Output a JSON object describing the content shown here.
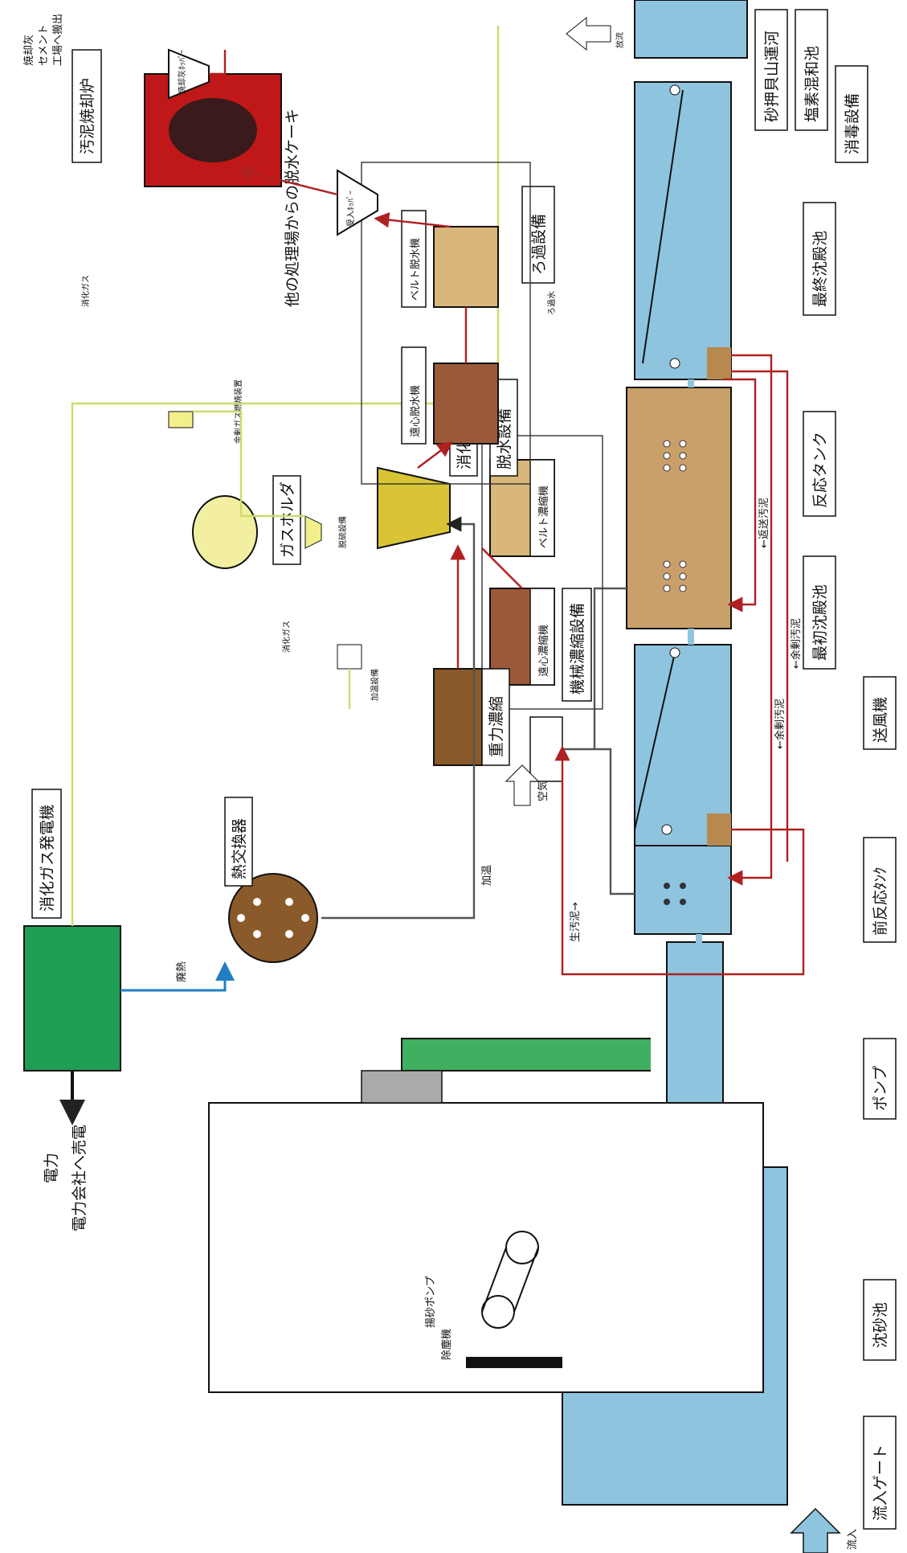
{
  "labels": {
    "inflow": "流入",
    "inflow_gate": "流入ゲート",
    "grit_chamber": "沈砂池",
    "screen": "除塵機",
    "grit_pump": "揚砂ポンプ",
    "pump": "ポンプ",
    "pre_reaction_tank": "前反応ﾀﾝｸ",
    "air": "空気",
    "blower": "送風機",
    "primary_settling": "最初沈殿池",
    "reaction_tank": "反応タンク",
    "final_settling": "最終沈殿池",
    "disinfection": "消毒設備",
    "chlorine_mixing": "塩素混和池",
    "discharge": "放流",
    "river": "砂押貝山運河",
    "filtration": "ろ過設備",
    "filtered_water": "ろ過水",
    "return_sludge": "←返送汚泥",
    "excess_sludge_1": "←余剰汚泥",
    "excess_sludge_2": "←余剰汚泥",
    "raw_sludge": "生汚泥→",
    "mech_thickening": "機械濃縮設備",
    "centrifugal_thickener": "遠心濃縮機",
    "belt_thickener": "ベルト濃縮機",
    "gravity_thickening": "重力濃縮",
    "heating": "加温",
    "heat_exchanger": "熱交換器",
    "waste_heat": "廃熱",
    "digestion_tank": "消化槽",
    "heating_equipment": "加温設備",
    "desulfurization": "脱硫設備",
    "digestion_gas_1": "消化ガス",
    "digestion_gas_2": "消化ガス",
    "gas_holder": "ガスホルダ",
    "excess_gas_burner": "余剰ガス燃焼装置",
    "gas_generator": "消化ガス発電機",
    "power_1": "電力",
    "power_2": "電力会社へ売電",
    "dewatering": "脱水設備",
    "centrifugal_dewaterer": "遠心脱水機",
    "belt_dewaterer": "ベルト脱水機",
    "other_plants_cake": "他の処理場からの脱水ケーキ",
    "receiving_hopper": "受入ﾎｯﾊﾟｰ",
    "incinerator": "汚泥焼却炉",
    "ash_hopper": "焼却灰ﾎｯﾊﾟｰ",
    "ash_1": "焼却灰",
    "ash_2": "セメント",
    "ash_3": "工場へ搬出"
  },
  "colors": {
    "sludge_line": "#b02020",
    "gas_line": "#cfd96a",
    "heat_line": "#1f7fc1",
    "water": "#8fc4df",
    "sludge": "#b8894f",
    "generator": "#1e9e55",
    "incinerator": "#c01818"
  }
}
